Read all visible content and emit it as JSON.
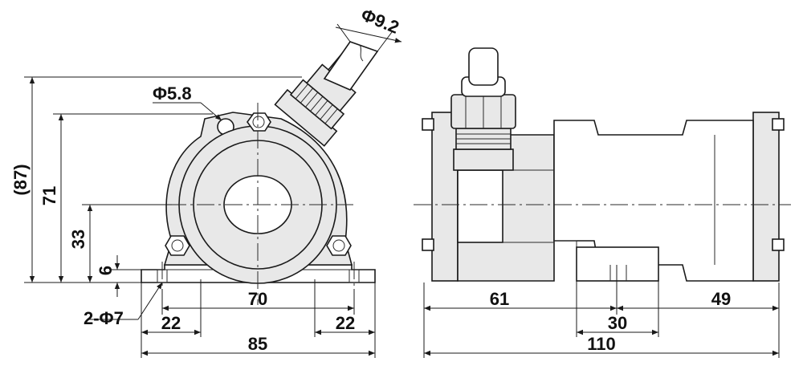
{
  "dimensions": {
    "height_total": "(87)",
    "height_body": "71",
    "height_center": "33",
    "base_thickness": "6",
    "mount_holes": "2-Φ7",
    "hole_pitch": "70",
    "foot_left": "22",
    "foot_right": "22",
    "width_front": "85",
    "mount_hole_top": "Φ5.8",
    "cable_dia": "Φ9.2",
    "side_left": "61",
    "side_right": "49",
    "side_slot": "30",
    "length_total": "110"
  },
  "colors": {
    "line": "#1a1a1a",
    "fill": "#e8e8e8",
    "background": "#ffffff"
  }
}
